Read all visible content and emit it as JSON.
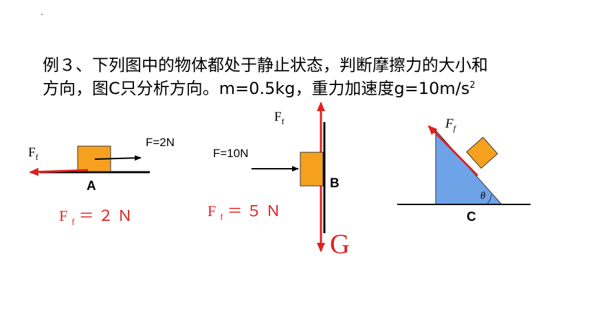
{
  "problem": {
    "line1": "例３、下列图中的物体都处于静止状态，判断摩擦力的大小和",
    "line2": "方向，图C只分析方向。m=0.5kg，重力加速度g=10m/s",
    "line2_sup": "2"
  },
  "figure_a": {
    "ff_main": "F",
    "ff_sub": "f",
    "force": "F=2N",
    "label": "A",
    "answer_main": "F",
    "answer_sub": "f",
    "answer_rest": "＝２Ｎ"
  },
  "figure_b": {
    "ff_main": "F",
    "ff_sub": "f",
    "force": "F=10N",
    "label": "B",
    "answer_main": "F",
    "answer_sub": "f",
    "answer_rest": "＝５Ｎ",
    "gravity": "G"
  },
  "figure_c": {
    "ff_main": "F",
    "ff_sub": "f",
    "angle": "θ",
    "label": "C"
  },
  "colors": {
    "block": "#f5a01f",
    "incline": "#6fa3e8",
    "arrow_red": "#e02020",
    "answer": "#e02020"
  }
}
